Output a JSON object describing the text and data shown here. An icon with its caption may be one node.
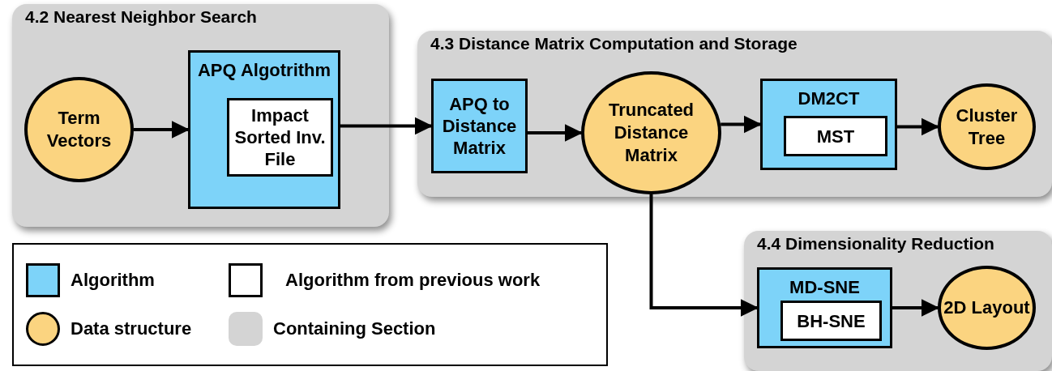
{
  "diagram": {
    "nodes": [
      {
        "text": [
          "4.2 Nearest Neighbor Search"
        ]
      },
      {
        "text": [
          "Term Vectors"
        ],
        "in": 0
      },
      {
        "text": [
          "APQ Algotrithm"
        ],
        "in": 0
      },
      {
        "text": [
          "Impact Sorted Inv. File"
        ],
        "in": 2
      },
      {
        "text": [
          "4.3 Distance Matrix Computation and Storage"
        ]
      },
      {
        "text": [
          "APQ to Distance Matrix"
        ],
        "in": 4
      },
      {
        "text": [
          "Truncated Distance Matrix"
        ],
        "in": 4
      },
      {
        "text": [
          "DM2CT"
        ],
        "in": 4
      },
      {
        "text": [
          "MST"
        ],
        "in": 7
      },
      {
        "text": [
          "Cluster Tree"
        ],
        "in": 4
      },
      {
        "text": [
          "4.4 Dimensionality Reduction"
        ]
      },
      {
        "text": [
          "MD-SNE"
        ],
        "in": 10
      },
      {
        "text": [
          "BH-SNE"
        ],
        "in": 11
      },
      {
        "text": [
          "2D Layout"
        ],
        "in": 10
      }
    ],
    "edges": [
      {
        "from": 1,
        "to": 2,
        "arrow": "to"
      },
      {
        "from": 2,
        "to": 5,
        "arrow": "to"
      },
      {
        "from": 5,
        "to": 6,
        "arrow": "to"
      },
      {
        "from": 6,
        "to": 7,
        "arrow": "to"
      },
      {
        "from": 7,
        "to": 9,
        "arrow": "to"
      },
      {
        "from": 6,
        "to": 11,
        "arrow": "to"
      },
      {
        "from": 11,
        "to": 13,
        "arrow": "to"
      }
    ],
    "legend": [
      {
        "text": "Algorithm",
        "color": "#7dd3f9"
      },
      {
        "text": "Algorithm from previous work",
        "color": "#ffffff"
      },
      {
        "text": "Data structure",
        "color": "#fbd480"
      },
      {
        "text": "Containing Section",
        "color": "#d4d4d4"
      }
    ]
  }
}
